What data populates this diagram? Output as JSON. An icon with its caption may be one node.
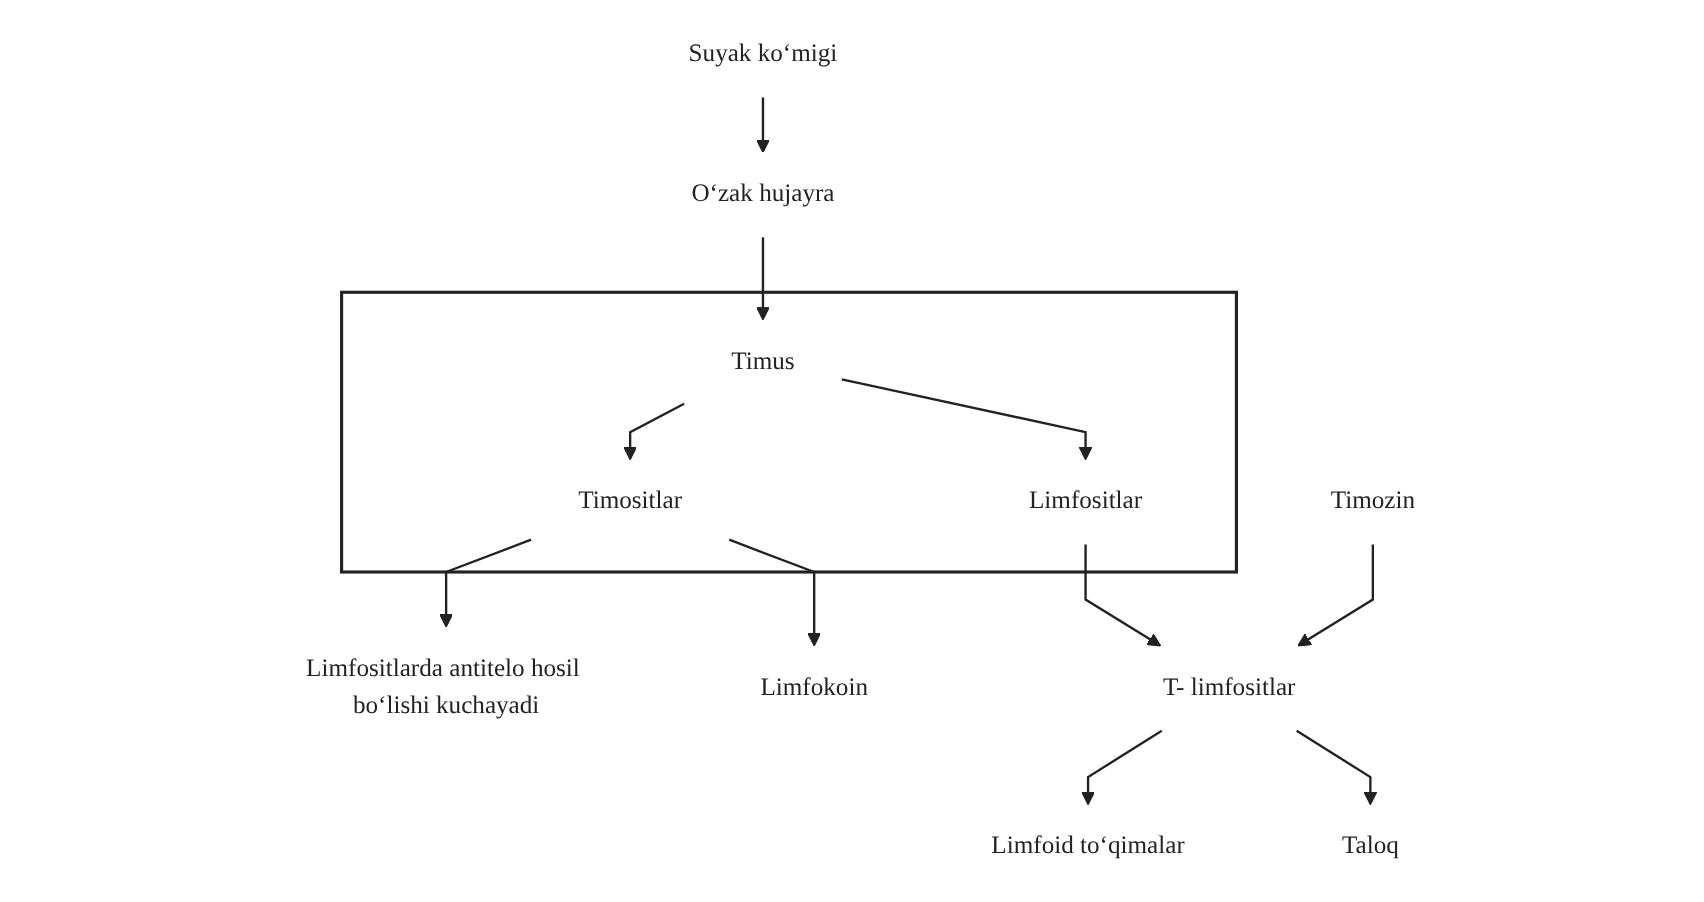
{
  "diagram": {
    "nodes": [
      {
        "text": [
          "Suyak ko‘migi"
        ]
      },
      {
        "text": [
          "O‘zak hujayra"
        ]
      },
      {
        "text": [],
        "shape": "box"
      },
      {
        "text": [
          "Timus"
        ],
        "in": 2
      },
      {
        "text": [
          "Limfositlar"
        ],
        "in": 2
      },
      {
        "text": [
          "Timositlar"
        ],
        "in": 2
      },
      {
        "text": [
          "Limfositlarda antitelo hosil bo‘lishi kuchayadi"
        ]
      },
      {
        "text": [
          "Timozin"
        ]
      },
      {
        "text": [
          "Limfokoin"
        ]
      },
      {
        "text": [
          "T- limfositlar"
        ]
      },
      {
        "text": [
          "Limfoid to‘qimalar"
        ]
      },
      {
        "text": [
          "Taloq"
        ]
      }
    ],
    "edges": [
      {
        "from": 0,
        "to": 1,
        "arrow": "to"
      },
      {
        "from": 1,
        "to": 3,
        "arrow": "to"
      },
      {
        "from": 3,
        "to": 4,
        "arrow": "to"
      },
      {
        "from": 3,
        "to": 5,
        "arrow": "to"
      },
      {
        "from": 5,
        "to": 6,
        "arrow": "to"
      },
      {
        "from": 5,
        "to": 8,
        "arrow": "to"
      },
      {
        "from": 4,
        "to": 9,
        "arrow": "to"
      },
      {
        "from": 7,
        "to": 9,
        "arrow": "to"
      },
      {
        "from": 9,
        "to": 10,
        "arrow": "to"
      },
      {
        "from": 9,
        "to": 11,
        "arrow": "to"
      }
    ]
  }
}
